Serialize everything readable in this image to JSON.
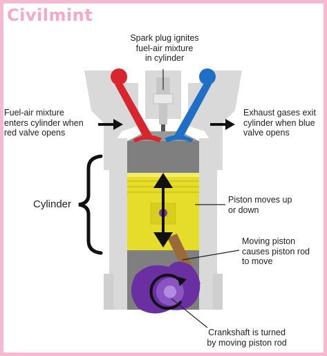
{
  "brand": {
    "name": "Civilmint"
  },
  "labels": {
    "spark_plug": "Spark plug ignites\nfuel-air mixture\nin cylinder",
    "fuel_air": "Fuel-air mixture\nenters cylinder when\nred valve opens",
    "exhaust": "Exhaust gases exit\ncylinder when blue\nvalve opens",
    "cylinder": "Cylinder",
    "piston": "Piston moves up\nor down",
    "piston_rod": "Moving piston\ncauses piston rod\nto move",
    "crankshaft": "Crankshaft is turned\nby moving piston rod"
  },
  "colors": {
    "frame": "#f7b9cf",
    "brand": "#f6a8c4",
    "engine_body": "#d9d9d9",
    "cylinder_interior": "#7f7f7f",
    "piston": "#e6dd2a",
    "intake_valve": "#d8262e",
    "exhaust_valve": "#1f6fc6",
    "crankshaft": "#6a2fa0",
    "piston_rod": "#9a6a3a"
  }
}
